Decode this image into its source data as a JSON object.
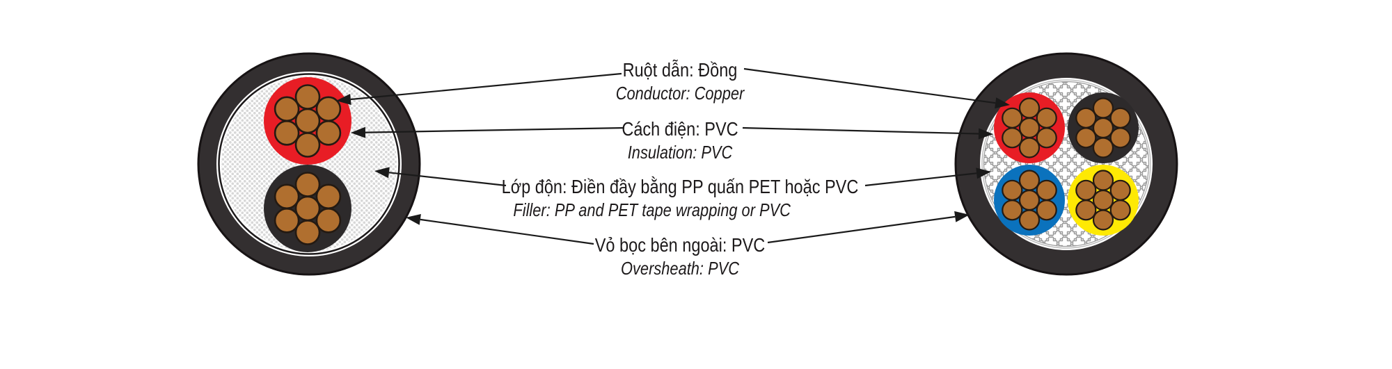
{
  "labels": [
    {
      "vi": "Ruột dẫn: Đồng",
      "en": "Conductor: Copper"
    },
    {
      "vi": "Cách điện: PVC",
      "en": "Insulation: PVC"
    },
    {
      "vi": "Lớp độn: Điền đầy bằng PP quấn PET hoặc PVC",
      "en": "Filler: PP and PET tape wrapping or PVC"
    },
    {
      "vi": "Vỏ bọc bên ngoài: PVC",
      "en": "Oversheath: PVC"
    }
  ],
  "colors": {
    "conductor_copper": "#b06f2f",
    "insulation_red": "#e81d25",
    "insulation_black": "#2d2a2b",
    "insulation_blue": "#0b72bd",
    "insulation_yellow": "#fee904",
    "oversheath": "#332f30",
    "sheath_edge": "#171314",
    "callout_line": "#1a1a1a",
    "filler_dot_gray": "#d8d8d8",
    "filler_cross_gray": "#9b9b9b",
    "text": "#1c191a"
  },
  "cables": {
    "left": {
      "description": "2-core cable cross-section",
      "cores": [
        "red",
        "black"
      ],
      "strands_per_core": 7
    },
    "right": {
      "description": "4-core cable cross-section",
      "cores": [
        "red",
        "black",
        "blue",
        "yellow"
      ],
      "strands_per_core": 7
    }
  }
}
